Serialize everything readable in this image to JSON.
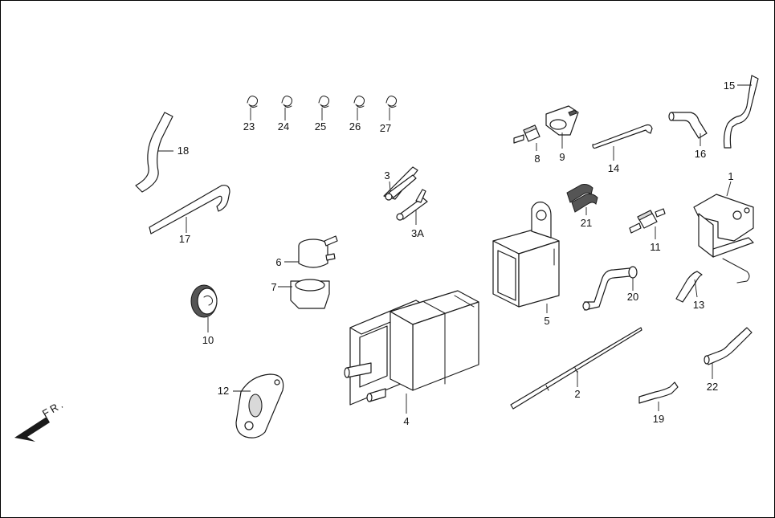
{
  "callouts": [
    {
      "id": "23",
      "text": "23"
    },
    {
      "id": "24",
      "text": "24"
    },
    {
      "id": "25",
      "text": "25"
    },
    {
      "id": "26",
      "text": "26"
    },
    {
      "id": "27",
      "text": "27"
    },
    {
      "id": "18",
      "text": "18"
    },
    {
      "id": "17",
      "text": "17"
    },
    {
      "id": "3",
      "text": "3"
    },
    {
      "id": "3A",
      "text": "3A"
    },
    {
      "id": "6",
      "text": "6"
    },
    {
      "id": "7",
      "text": "7"
    },
    {
      "id": "10",
      "text": "10"
    },
    {
      "id": "12",
      "text": "12"
    },
    {
      "id": "4",
      "text": "4"
    },
    {
      "id": "8",
      "text": "8"
    },
    {
      "id": "9",
      "text": "9"
    },
    {
      "id": "14",
      "text": "14"
    },
    {
      "id": "16",
      "text": "16"
    },
    {
      "id": "15",
      "text": "15"
    },
    {
      "id": "1",
      "text": "1"
    },
    {
      "id": "21",
      "text": "21"
    },
    {
      "id": "11",
      "text": "11"
    },
    {
      "id": "5",
      "text": "5"
    },
    {
      "id": "20",
      "text": "20"
    },
    {
      "id": "13",
      "text": "13"
    },
    {
      "id": "2",
      "text": "2"
    },
    {
      "id": "22",
      "text": "22"
    },
    {
      "id": "19",
      "text": "19"
    }
  ],
  "direction_marker": {
    "text": "FR."
  },
  "colors": {
    "line": "#1a1a1a",
    "fill": "#ffffff",
    "shade": "#d9d9d9",
    "background": "#ffffff"
  }
}
